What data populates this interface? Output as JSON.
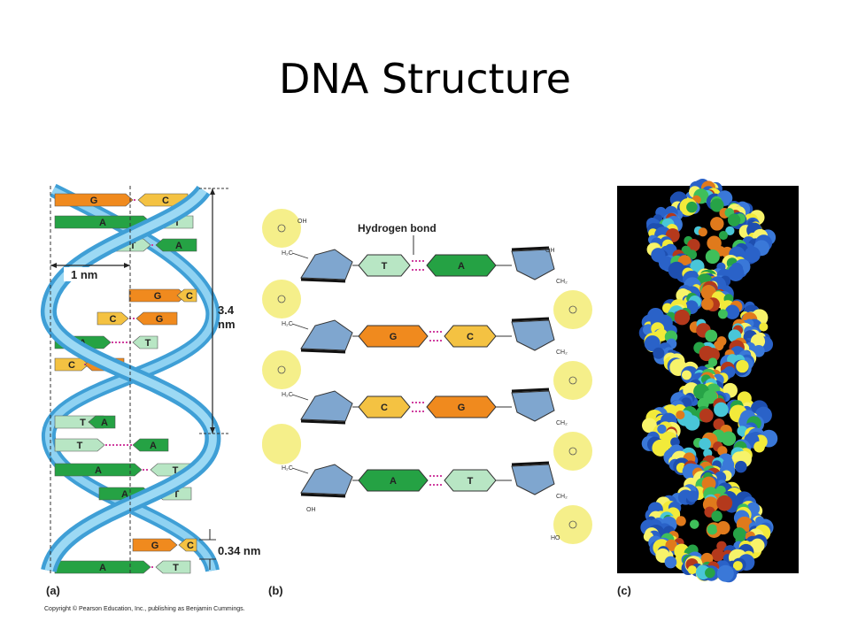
{
  "title": "DNA Structure",
  "panel_a": {
    "label": "(a)",
    "width_label": "1 nm",
    "pitch_label_line1": "3.4",
    "pitch_label_line2": "nm",
    "rise_label": "0.34 nm",
    "pairs": [
      {
        "left": "G",
        "right": "C"
      },
      {
        "left": "A",
        "right": "T"
      },
      {
        "left": "T",
        "right": "A"
      },
      {
        "left": "G",
        "right": "C"
      },
      {
        "left": "C",
        "right": "G"
      },
      {
        "left": "A",
        "right": "T"
      },
      {
        "left": "C",
        "right": "G"
      },
      {
        "left": "T",
        "right": "A"
      },
      {
        "left": "T",
        "right": "A"
      },
      {
        "left": "A",
        "right": "T"
      },
      {
        "left": "A",
        "right": "T"
      },
      {
        "left": "G",
        "right": "C"
      },
      {
        "left": "A",
        "right": "T"
      }
    ]
  },
  "panel_b": {
    "label": "(b)",
    "hbond_label": "Hydrogen bond",
    "pairs": [
      {
        "left": "T",
        "right": "A"
      },
      {
        "left": "G",
        "right": "C"
      },
      {
        "left": "C",
        "right": "G"
      },
      {
        "left": "A",
        "right": "T"
      }
    ],
    "oh_label": "OH",
    "h2c_label": "H₂C",
    "ch2_label": "CH₂",
    "ho_label": "HO"
  },
  "panel_c": {
    "label": "(c)"
  },
  "copyright": "Copyright © Pearson Education, Inc., publishing as Benjamin Cummings.",
  "colors": {
    "G": "#f08a1e",
    "C": "#f4c242",
    "A": "#25a244",
    "T": "#b8e6c4",
    "strand": "#6ec3ea",
    "phosphate": "#f5ef8a",
    "sugar": "#7fa6cf"
  }
}
